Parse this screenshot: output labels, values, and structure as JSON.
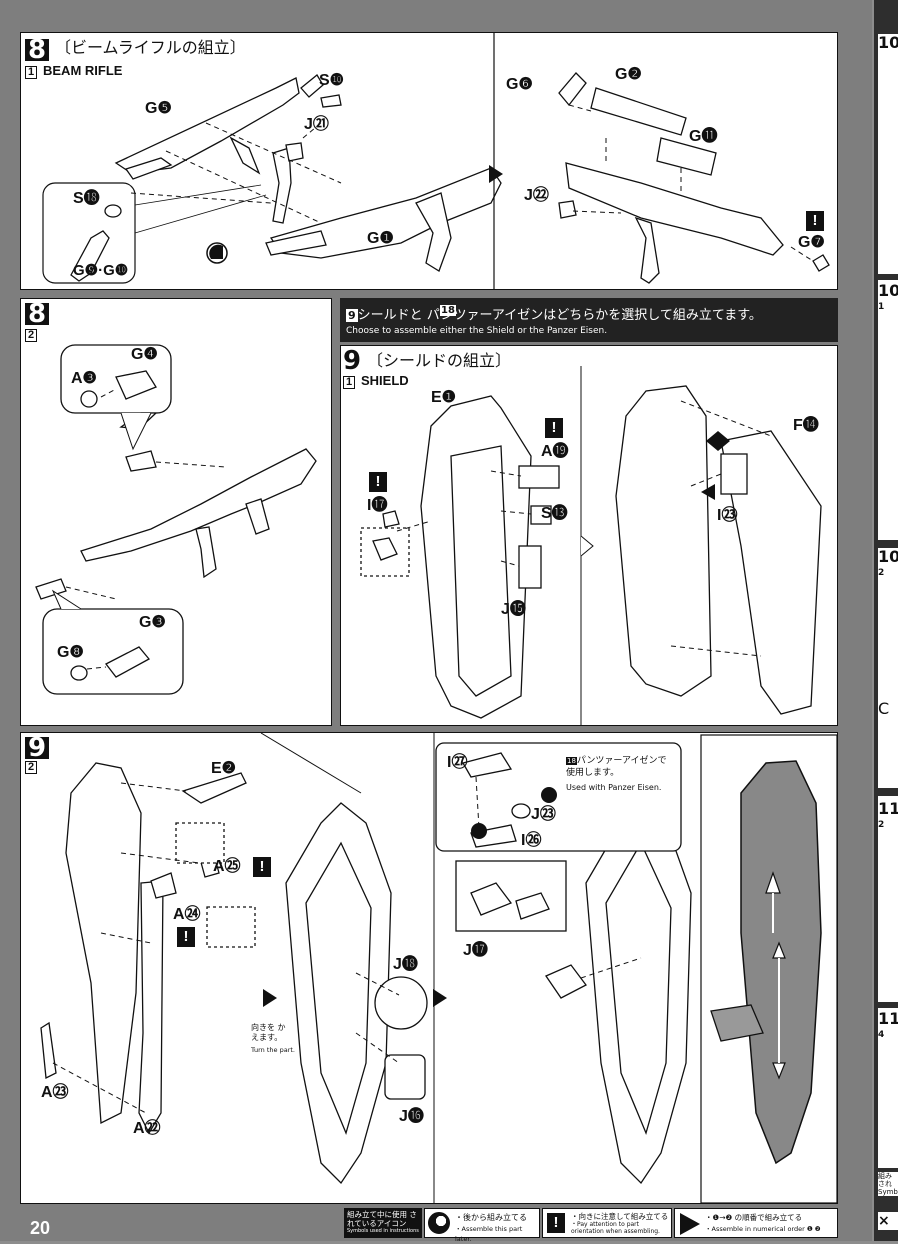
{
  "page_number": "20",
  "step8": {
    "number": "8",
    "title": "〔ビームライフルの組立〕",
    "sub1": "1",
    "sub1_name": "BEAM RIFLE",
    "sub2": "2",
    "labels": {
      "S10": "S❿",
      "G5": "G❺",
      "J21": "J㉑",
      "S18": "S⓲",
      "G9G10": "G❾·G❿",
      "G1": "G❶",
      "G6": "G❻",
      "G2": "G❷",
      "G11": "G⓫",
      "J22": "J㉒",
      "G7": "G❼",
      "G4": "G❹",
      "A3": "A❸",
      "G3": "G❸",
      "G8": "G❽"
    }
  },
  "select_note": {
    "jp": "シールドと パンツァーアイゼンはどちらかを選択して組み立てます。",
    "en": "Choose to assemble either the Shield or the Panzer Eisen.",
    "badge9": "9",
    "badge18": "18"
  },
  "step9": {
    "number": "9",
    "title": "〔シールドの組立〕",
    "sub1": "1",
    "sub1_name": "SHIELD",
    "sub2": "2",
    "labels": {
      "E1": "E❶",
      "A19": "A⓳",
      "I17": "I⓱",
      "S13": "S⓭",
      "J15": "J⓯",
      "F14": "F⓮",
      "I23": "I㉓",
      "E2": "E❷",
      "A25": "A㉕",
      "A24": "A㉔",
      "A23": "A㉓",
      "A22": "A㉒",
      "J18": "J⓲",
      "J16": "J⓰",
      "I27": "I㉗",
      "J23": "J㉓",
      "I26": "I㉖",
      "J17": "J⓱"
    },
    "turn_jp": "向きを かえます。",
    "turn_en": "Turn the part.",
    "panzer_jp": "パンツァーアイゼンで 使用します。",
    "panzer_en": "Used with Panzer Eisen.",
    "panzer_badge": "18"
  },
  "legend": {
    "head_jp": "組み立て中に使用 されているアイコン",
    "head_en": "Symbols used in instructions",
    "later_jp": "・後から組み立てる",
    "later_en": "・Assemble this part later.",
    "orient_jp": "・向きに注意して組み立てる",
    "orient_en": "・Pay attention to part orientation when assembling.",
    "order_jp": "・❶→❷ の順番で組み立てる",
    "order_en": "・Assemble in numerical order ❶ ❷"
  },
  "right_edge": {
    "items": [
      "10",
      "1",
      "10",
      "2",
      "11",
      "2",
      "11",
      "4"
    ],
    "letter_c": "C",
    "bottom_jp": "組み され Symbo",
    "x_mark": "×"
  }
}
